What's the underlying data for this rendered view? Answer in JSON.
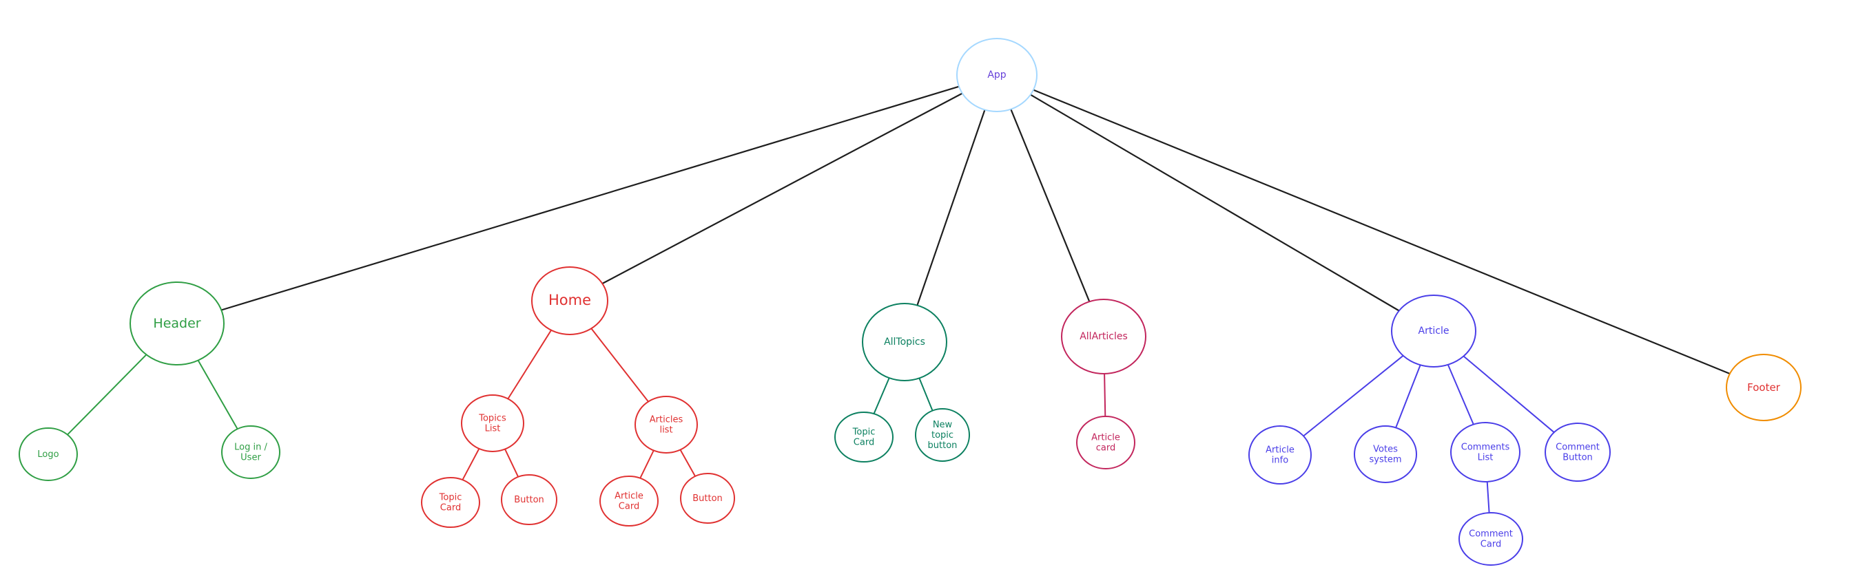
{
  "colors": {
    "app": "#a5d8ff",
    "app_text": "#6741d9",
    "trunk": "#1e1e1e",
    "green": "#2f9e44",
    "red": "#e03131",
    "teal": "#0c8060",
    "crimson": "#c2255c",
    "blue": "#4a3ee8",
    "orange": "#f08c00",
    "orange_text": "#e03131"
  },
  "nodes": [
    {
      "id": "app",
      "label": "App",
      "color": "app",
      "text": "app_text"
    },
    {
      "id": "header",
      "label": "Header",
      "color": "green",
      "text": "green"
    },
    {
      "id": "logo",
      "label": "Logo",
      "color": "green",
      "text": "green"
    },
    {
      "id": "login",
      "label": "Log in /\nUser",
      "color": "green",
      "text": "green"
    },
    {
      "id": "home",
      "label": "Home",
      "color": "red",
      "text": "red"
    },
    {
      "id": "topics-list",
      "label": "Topics\nList",
      "color": "red",
      "text": "red"
    },
    {
      "id": "articles-list",
      "label": "Articles\nlist",
      "color": "red",
      "text": "red"
    },
    {
      "id": "topic-card-home",
      "label": "Topic\nCard",
      "color": "red",
      "text": "red"
    },
    {
      "id": "button-topics",
      "label": "Button",
      "color": "red",
      "text": "red"
    },
    {
      "id": "article-card-home",
      "label": "Article\nCard",
      "color": "red",
      "text": "red"
    },
    {
      "id": "button-articles",
      "label": "Button",
      "color": "red",
      "text": "red"
    },
    {
      "id": "alltopics",
      "label": "AllTopics",
      "color": "teal",
      "text": "teal"
    },
    {
      "id": "topic-card",
      "label": "Topic\nCard",
      "color": "teal",
      "text": "teal"
    },
    {
      "id": "new-topic-button",
      "label": "New\ntopic\nbutton",
      "color": "teal",
      "text": "teal"
    },
    {
      "id": "allarticles",
      "label": "AllArticles",
      "color": "crimson",
      "text": "crimson"
    },
    {
      "id": "article-card",
      "label": "Article\ncard",
      "color": "crimson",
      "text": "crimson"
    },
    {
      "id": "article",
      "label": "Article",
      "color": "blue",
      "text": "blue"
    },
    {
      "id": "article-info",
      "label": "Article\ninfo",
      "color": "blue",
      "text": "blue"
    },
    {
      "id": "votes-system",
      "label": "Votes\nsystem",
      "color": "blue",
      "text": "blue"
    },
    {
      "id": "comments-list",
      "label": "Comments\nList",
      "color": "blue",
      "text": "blue"
    },
    {
      "id": "comment-button",
      "label": "Comment\nButton",
      "color": "blue",
      "text": "blue"
    },
    {
      "id": "comment-card",
      "label": "Comment\nCard",
      "color": "blue",
      "text": "blue"
    },
    {
      "id": "footer",
      "label": "Footer",
      "color": "orange",
      "text": "orange_text"
    }
  ],
  "edges": [
    {
      "from": "app",
      "to": "header",
      "color": "trunk"
    },
    {
      "from": "app",
      "to": "home",
      "color": "trunk"
    },
    {
      "from": "app",
      "to": "alltopics",
      "color": "trunk"
    },
    {
      "from": "app",
      "to": "allarticles",
      "color": "trunk"
    },
    {
      "from": "app",
      "to": "article",
      "color": "trunk"
    },
    {
      "from": "app",
      "to": "footer",
      "color": "trunk"
    },
    {
      "from": "header",
      "to": "logo",
      "color": "green"
    },
    {
      "from": "header",
      "to": "login",
      "color": "green"
    },
    {
      "from": "home",
      "to": "topics-list",
      "color": "red"
    },
    {
      "from": "home",
      "to": "articles-list",
      "color": "red"
    },
    {
      "from": "topics-list",
      "to": "topic-card-home",
      "color": "red"
    },
    {
      "from": "topics-list",
      "to": "button-topics",
      "color": "red"
    },
    {
      "from": "articles-list",
      "to": "article-card-home",
      "color": "red"
    },
    {
      "from": "articles-list",
      "to": "button-articles",
      "color": "red"
    },
    {
      "from": "alltopics",
      "to": "topic-card",
      "color": "teal"
    },
    {
      "from": "alltopics",
      "to": "new-topic-button",
      "color": "teal"
    },
    {
      "from": "allarticles",
      "to": "article-card",
      "color": "crimson"
    },
    {
      "from": "article",
      "to": "article-info",
      "color": "blue"
    },
    {
      "from": "article",
      "to": "votes-system",
      "color": "blue"
    },
    {
      "from": "article",
      "to": "comments-list",
      "color": "blue"
    },
    {
      "from": "article",
      "to": "comment-button",
      "color": "blue"
    },
    {
      "from": "comments-list",
      "to": "comment-card",
      "color": "blue"
    }
  ]
}
